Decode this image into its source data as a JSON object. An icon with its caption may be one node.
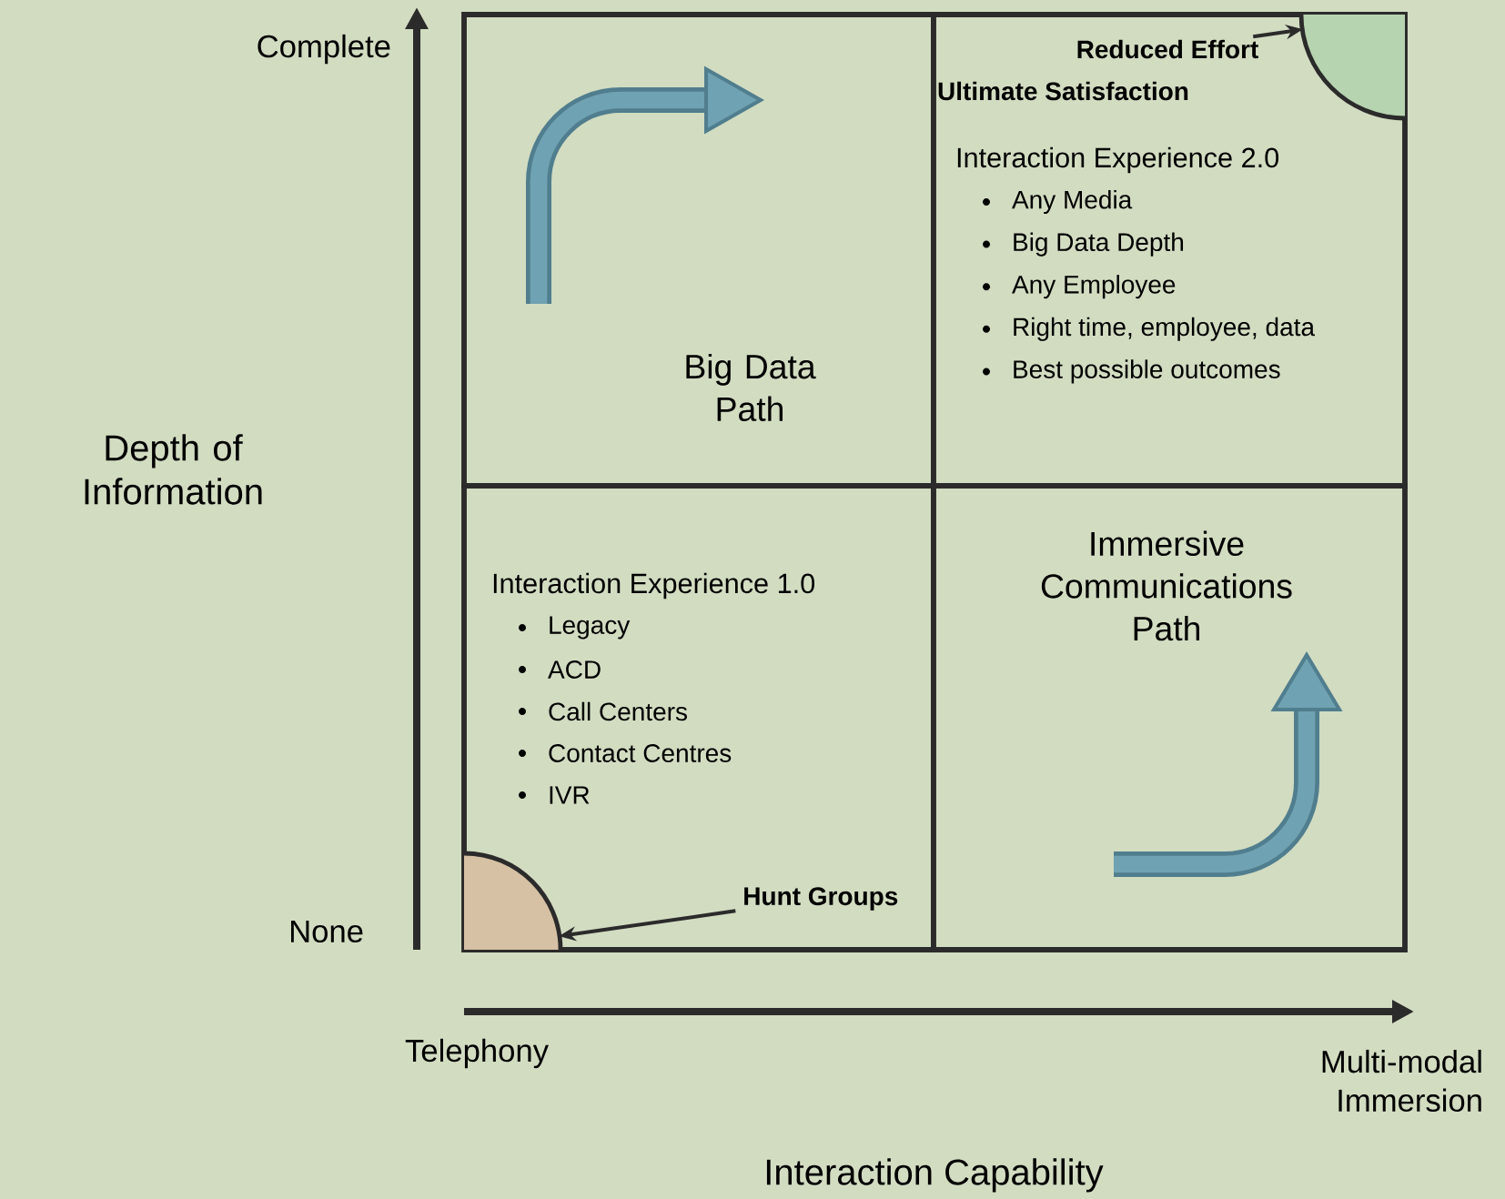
{
  "diagram": {
    "nodes": [
      {
        "text": [
          "Big Data Path"
        ]
      },
      {
        "text": [
          "Ultimate Satisfaction",
          "Interaction Experience 2.0",
          "Any Media",
          "Big Data Depth",
          "Any Employee",
          "Right time, employee, data",
          "Best possible outcomes"
        ]
      },
      {
        "text": [
          "Interaction Experience 1.0",
          "Legacy",
          "ACD",
          "Call Centers",
          "Contact Centres",
          "IVR"
        ]
      },
      {
        "text": [
          "Immersive Communications Path"
        ]
      },
      {
        "text": [],
        "shape": "circle",
        "in": 1
      },
      {
        "text": [],
        "shape": "circle",
        "in": 2
      },
      {
        "text": [
          "Reduced Effort"
        ],
        "in": 1
      },
      {
        "text": [
          "Hunt Groups"
        ],
        "in": 2
      }
    ],
    "edges": [
      {
        "from": 6,
        "to": 4,
        "arrow": "to"
      },
      {
        "from": 7,
        "to": 5,
        "arrow": "to"
      }
    ],
    "labels": [
      "Complete",
      "Depth of Information",
      "None",
      "Telephony",
      "Multi-modal Immersion",
      "Interaction Capability"
    ]
  }
}
